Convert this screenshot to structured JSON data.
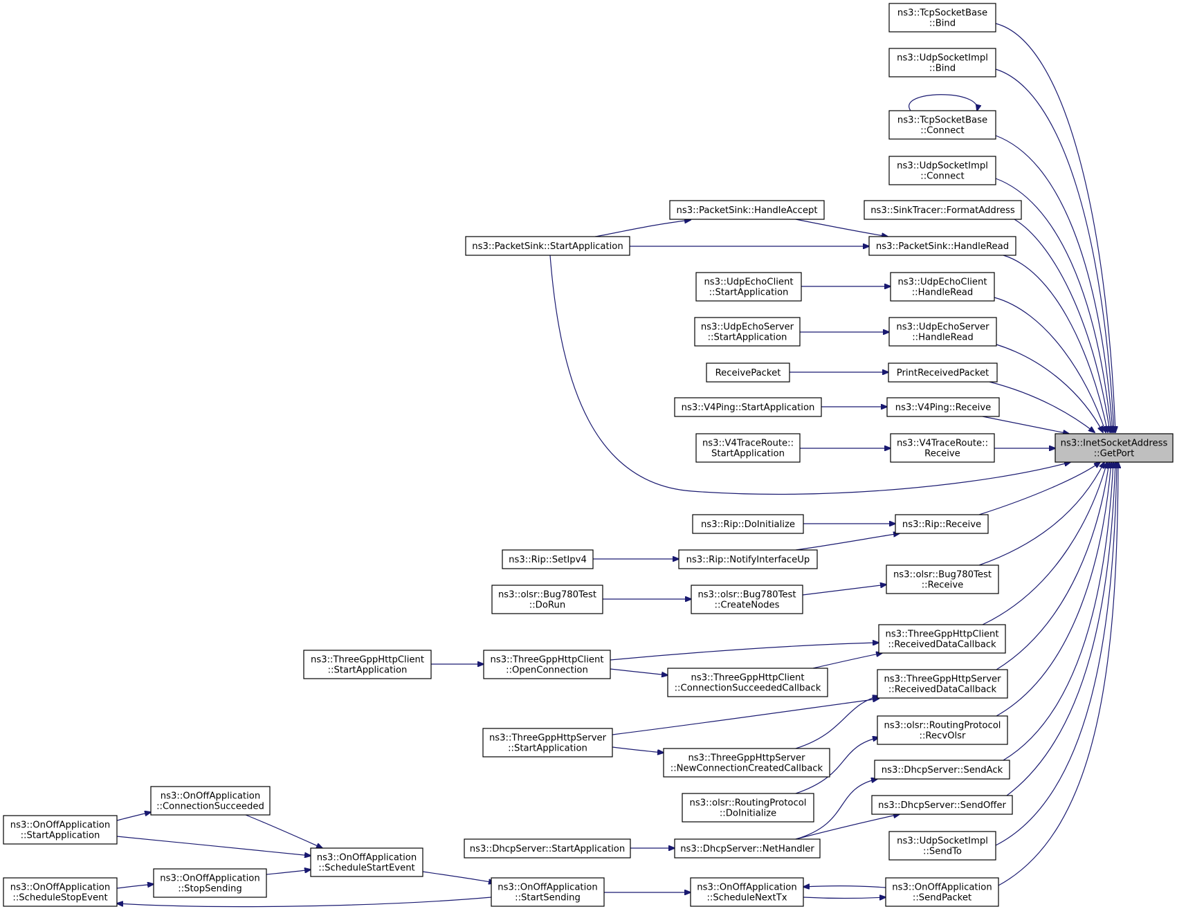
{
  "graph": {
    "root": "root",
    "nodes": [
      {
        "id": "root",
        "lines": [
          "ns3::InetSocketAddress",
          "::GetPort"
        ]
      },
      {
        "id": "tcp_bind",
        "lines": [
          "ns3::TcpSocketBase",
          "::Bind"
        ]
      },
      {
        "id": "udp_bind",
        "lines": [
          "ns3::UdpSocketImpl",
          "::Bind"
        ]
      },
      {
        "id": "tcp_connect",
        "lines": [
          "ns3::TcpSocketBase",
          "::Connect"
        ]
      },
      {
        "id": "udp_connect",
        "lines": [
          "ns3::UdpSocketImpl",
          "::Connect"
        ]
      },
      {
        "id": "sink_format",
        "lines": [
          "ns3::SinkTracer::FormatAddress"
        ]
      },
      {
        "id": "ps_handleaccept",
        "lines": [
          "ns3::PacketSink::HandleAccept"
        ]
      },
      {
        "id": "ps_handleread",
        "lines": [
          "ns3::PacketSink::HandleRead"
        ]
      },
      {
        "id": "ps_start",
        "lines": [
          "ns3::PacketSink::StartApplication"
        ]
      },
      {
        "id": "uec_start",
        "lines": [
          "ns3::UdpEchoClient",
          "::StartApplication"
        ]
      },
      {
        "id": "uec_read",
        "lines": [
          "ns3::UdpEchoClient",
          "::HandleRead"
        ]
      },
      {
        "id": "ues_start",
        "lines": [
          "ns3::UdpEchoServer",
          "::StartApplication"
        ]
      },
      {
        "id": "ues_read",
        "lines": [
          "ns3::UdpEchoServer",
          "::HandleRead"
        ]
      },
      {
        "id": "recvpkt",
        "lines": [
          "ReceivePacket"
        ]
      },
      {
        "id": "printrecv",
        "lines": [
          "PrintReceivedPacket"
        ]
      },
      {
        "id": "v4ping_start",
        "lines": [
          "ns3::V4Ping::StartApplication"
        ]
      },
      {
        "id": "v4ping_recv",
        "lines": [
          "ns3::V4Ping::Receive"
        ]
      },
      {
        "id": "v4tr_start",
        "lines": [
          "ns3::V4TraceRoute::",
          "StartApplication"
        ]
      },
      {
        "id": "v4tr_recv",
        "lines": [
          "ns3::V4TraceRoute::",
          "Receive"
        ]
      },
      {
        "id": "rip_init",
        "lines": [
          "ns3::Rip::DoInitialize"
        ]
      },
      {
        "id": "rip_recv",
        "lines": [
          "ns3::Rip::Receive"
        ]
      },
      {
        "id": "rip_setipv4",
        "lines": [
          "ns3::Rip::SetIpv4"
        ]
      },
      {
        "id": "rip_notify",
        "lines": [
          "ns3::Rip::NotifyInterfaceUp"
        ]
      },
      {
        "id": "bug_dorun",
        "lines": [
          "ns3::olsr::Bug780Test",
          "::DoRun"
        ]
      },
      {
        "id": "bug_create",
        "lines": [
          "ns3::olsr::Bug780Test",
          "::CreateNodes"
        ]
      },
      {
        "id": "bug_recv",
        "lines": [
          "ns3::olsr::Bug780Test",
          "::Receive"
        ]
      },
      {
        "id": "hc_start",
        "lines": [
          "ns3::ThreeGppHttpClient",
          "::StartApplication"
        ]
      },
      {
        "id": "hc_open",
        "lines": [
          "ns3::ThreeGppHttpClient",
          "::OpenConnection"
        ]
      },
      {
        "id": "hc_connsucc",
        "lines": [
          "ns3::ThreeGppHttpClient",
          "::ConnectionSucceededCallback"
        ]
      },
      {
        "id": "hc_recvdata",
        "lines": [
          "ns3::ThreeGppHttpClient",
          "::ReceivedDataCallback"
        ]
      },
      {
        "id": "hs_start",
        "lines": [
          "ns3::ThreeGppHttpServer",
          "::StartApplication"
        ]
      },
      {
        "id": "hs_newconn",
        "lines": [
          "ns3::ThreeGppHttpServer",
          "::NewConnectionCreatedCallback"
        ]
      },
      {
        "id": "hs_recvdata",
        "lines": [
          "ns3::ThreeGppHttpServer",
          "::ReceivedDataCallback"
        ]
      },
      {
        "id": "olsr_init",
        "lines": [
          "ns3::olsr::RoutingProtocol",
          "::DoInitialize"
        ]
      },
      {
        "id": "olsr_recv",
        "lines": [
          "ns3::olsr::RoutingProtocol",
          "::RecvOlsr"
        ]
      },
      {
        "id": "dhcp_ack",
        "lines": [
          "ns3::DhcpServer::SendAck"
        ]
      },
      {
        "id": "dhcp_offer",
        "lines": [
          "ns3::DhcpServer::SendOffer"
        ]
      },
      {
        "id": "dhcp_start",
        "lines": [
          "ns3::DhcpServer::StartApplication"
        ]
      },
      {
        "id": "dhcp_net",
        "lines": [
          "ns3::DhcpServer::NetHandler"
        ]
      },
      {
        "id": "udp_sendto",
        "lines": [
          "ns3::UdpSocketImpl",
          "::SendTo"
        ]
      },
      {
        "id": "oo_connsucc",
        "lines": [
          "ns3::OnOffApplication",
          "::ConnectionSucceeded"
        ]
      },
      {
        "id": "oo_start",
        "lines": [
          "ns3::OnOffApplication",
          "::StartApplication"
        ]
      },
      {
        "id": "oo_sched_start",
        "lines": [
          "ns3::OnOffApplication",
          "::ScheduleStartEvent"
        ]
      },
      {
        "id": "oo_stopsend",
        "lines": [
          "ns3::OnOffApplication",
          "::StopSending"
        ]
      },
      {
        "id": "oo_sched_stop",
        "lines": [
          "ns3::OnOffApplication",
          "::ScheduleStopEvent"
        ]
      },
      {
        "id": "oo_startsend",
        "lines": [
          "ns3::OnOffApplication",
          "::StartSending"
        ]
      },
      {
        "id": "oo_nexttx",
        "lines": [
          "ns3::OnOffApplication",
          "::ScheduleNextTx"
        ]
      },
      {
        "id": "oo_sendpkt",
        "lines": [
          "ns3::OnOffApplication",
          "::SendPacket"
        ]
      }
    ],
    "edges": [
      {
        "from": "tcp_bind",
        "to": "root"
      },
      {
        "from": "udp_bind",
        "to": "root"
      },
      {
        "from": "tcp_connect",
        "to": "root"
      },
      {
        "from": "tcp_connect",
        "to": "tcp_connect"
      },
      {
        "from": "udp_connect",
        "to": "root"
      },
      {
        "from": "sink_format",
        "to": "root"
      },
      {
        "from": "ps_start",
        "to": "ps_handleaccept"
      },
      {
        "from": "ps_handleaccept",
        "to": "ps_handleread"
      },
      {
        "from": "ps_start",
        "to": "ps_handleread"
      },
      {
        "from": "ps_handleread",
        "to": "root"
      },
      {
        "from": "ps_start",
        "to": "root"
      },
      {
        "from": "uec_start",
        "to": "uec_read"
      },
      {
        "from": "uec_read",
        "to": "root"
      },
      {
        "from": "ues_start",
        "to": "ues_read"
      },
      {
        "from": "ues_read",
        "to": "root"
      },
      {
        "from": "recvpkt",
        "to": "printrecv"
      },
      {
        "from": "printrecv",
        "to": "root"
      },
      {
        "from": "v4ping_start",
        "to": "v4ping_recv"
      },
      {
        "from": "v4ping_recv",
        "to": "root"
      },
      {
        "from": "v4tr_start",
        "to": "v4tr_recv"
      },
      {
        "from": "v4tr_recv",
        "to": "root"
      },
      {
        "from": "rip_init",
        "to": "rip_recv"
      },
      {
        "from": "rip_notify",
        "to": "rip_recv"
      },
      {
        "from": "rip_setipv4",
        "to": "rip_notify"
      },
      {
        "from": "rip_recv",
        "to": "root"
      },
      {
        "from": "bug_dorun",
        "to": "bug_create"
      },
      {
        "from": "bug_create",
        "to": "bug_recv"
      },
      {
        "from": "bug_recv",
        "to": "root"
      },
      {
        "from": "hc_start",
        "to": "hc_open"
      },
      {
        "from": "hc_open",
        "to": "hc_recvdata"
      },
      {
        "from": "hc_open",
        "to": "hc_connsucc"
      },
      {
        "from": "hc_connsucc",
        "to": "hc_recvdata"
      },
      {
        "from": "hc_recvdata",
        "to": "root"
      },
      {
        "from": "hs_start",
        "to": "hs_recvdata"
      },
      {
        "from": "hs_start",
        "to": "hs_newconn"
      },
      {
        "from": "hs_newconn",
        "to": "hs_recvdata"
      },
      {
        "from": "hs_recvdata",
        "to": "root"
      },
      {
        "from": "olsr_init",
        "to": "olsr_recv"
      },
      {
        "from": "olsr_recv",
        "to": "root"
      },
      {
        "from": "dhcp_net",
        "to": "dhcp_ack"
      },
      {
        "from": "dhcp_net",
        "to": "dhcp_offer"
      },
      {
        "from": "dhcp_start",
        "to": "dhcp_net"
      },
      {
        "from": "dhcp_ack",
        "to": "root"
      },
      {
        "from": "dhcp_offer",
        "to": "root"
      },
      {
        "from": "udp_sendto",
        "to": "root"
      },
      {
        "from": "oo_start",
        "to": "oo_connsucc"
      },
      {
        "from": "oo_connsucc",
        "to": "oo_sched_start"
      },
      {
        "from": "oo_start",
        "to": "oo_sched_start"
      },
      {
        "from": "oo_stopsend",
        "to": "oo_sched_start"
      },
      {
        "from": "oo_sched_stop",
        "to": "oo_stopsend"
      },
      {
        "from": "oo_startsend",
        "to": "oo_sched_stop"
      },
      {
        "from": "oo_sched_start",
        "to": "oo_startsend"
      },
      {
        "from": "oo_startsend",
        "to": "oo_nexttx"
      },
      {
        "from": "oo_nexttx",
        "to": "oo_sendpkt"
      },
      {
        "from": "oo_sendpkt",
        "to": "oo_nexttx"
      },
      {
        "from": "oo_sendpkt",
        "to": "root"
      }
    ]
  }
}
